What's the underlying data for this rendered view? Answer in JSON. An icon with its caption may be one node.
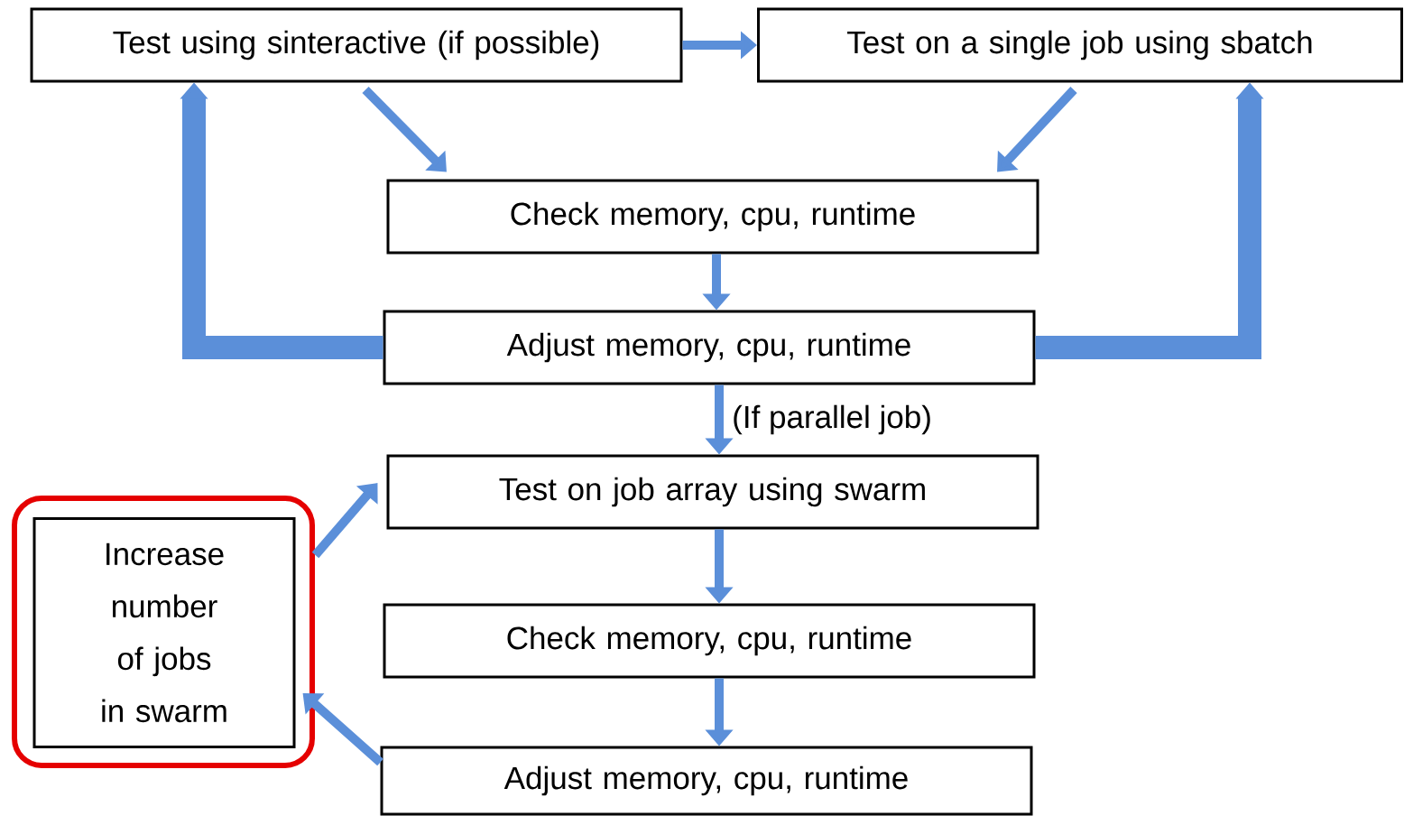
{
  "diagram": {
    "nodes": [
      {
        "text": [
          "Test using sinteractive (if possible)"
        ]
      },
      {
        "text": [
          "Test on a single job using sbatch"
        ]
      },
      {
        "text": [
          "Check memory, cpu, runtime"
        ]
      },
      {
        "text": [
          "Adjust memory, cpu, runtime"
        ]
      },
      {
        "text": [
          "Test on job array using swarm"
        ]
      },
      {
        "text": [
          "Check memory, cpu, runtime"
        ]
      },
      {
        "text": [
          "Adjust memory, cpu, runtime"
        ]
      },
      {
        "text": [],
        "shape": "box"
      },
      {
        "text": [
          "Increase number of jobs in swarm"
        ],
        "in": 7
      }
    ],
    "edges": [
      {
        "from": 0,
        "to": 1,
        "arrow": "to"
      },
      {
        "from": 0,
        "to": 2,
        "arrow": "to"
      },
      {
        "from": 1,
        "to": 2,
        "arrow": "to"
      },
      {
        "from": 2,
        "to": 3,
        "arrow": "to"
      },
      {
        "from": 3,
        "to": 0,
        "arrow": "to",
        "style": "thick"
      },
      {
        "from": 3,
        "to": 1,
        "arrow": "to",
        "style": "thick"
      },
      {
        "from": 3,
        "to": 4,
        "arrow": "to",
        "label": "(If parallel job)"
      },
      {
        "from": 4,
        "to": 5,
        "arrow": "to"
      },
      {
        "from": 5,
        "to": 6,
        "arrow": "to"
      },
      {
        "from": 6,
        "to": 8,
        "arrow": "to"
      },
      {
        "from": 8,
        "to": 4,
        "arrow": "to"
      }
    ]
  }
}
